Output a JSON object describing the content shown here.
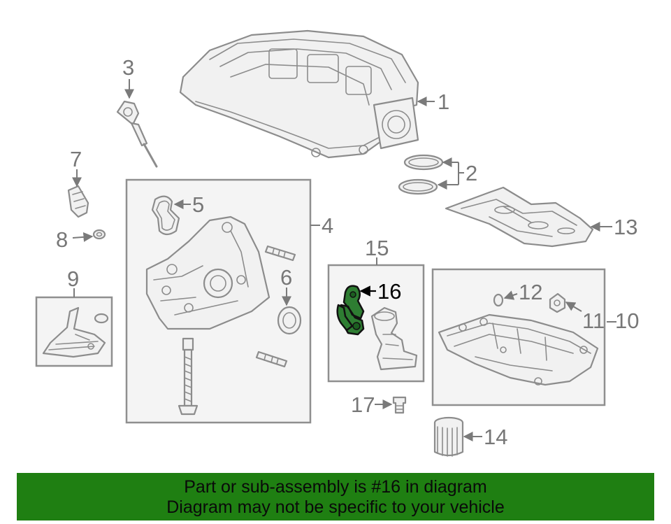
{
  "callouts": {
    "c1": "1",
    "c2": "2",
    "c3": "3",
    "c4": "4",
    "c5": "5",
    "c6": "6",
    "c7": "7",
    "c8": "8",
    "c9": "9",
    "c10": "10",
    "c11": "11",
    "c12": "12",
    "c13": "13",
    "c14": "14",
    "c15": "15",
    "c16": "16",
    "c17": "17"
  },
  "colors": {
    "highlight": "#2e7d32",
    "banner": "#1f7f12",
    "line": "#8c8c8c"
  },
  "banner": {
    "line1": "Part or sub-assembly is #16 in diagram",
    "line2": "Diagram may not be specific to your vehicle"
  }
}
